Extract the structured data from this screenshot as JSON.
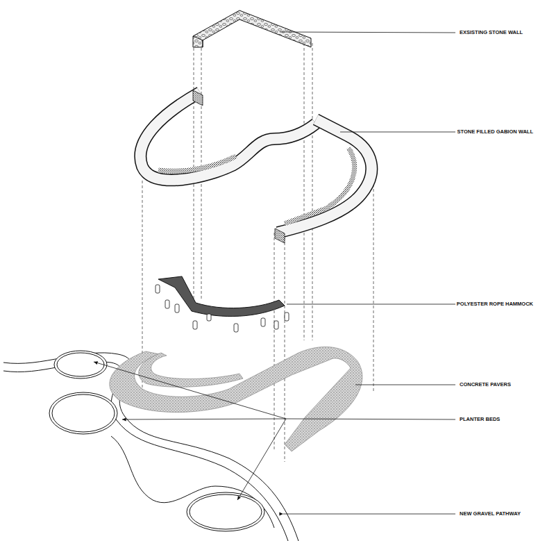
{
  "diagram": {
    "labels": [
      "EXSISTING STONE WALL",
      "STONE FILLED GABION WALL",
      "POLYESTER ROPE HAMMOCK",
      "CONCRETE PAVERS",
      "PLANTER BEDS",
      "NEW GRAVEL PATHWAY"
    ]
  }
}
